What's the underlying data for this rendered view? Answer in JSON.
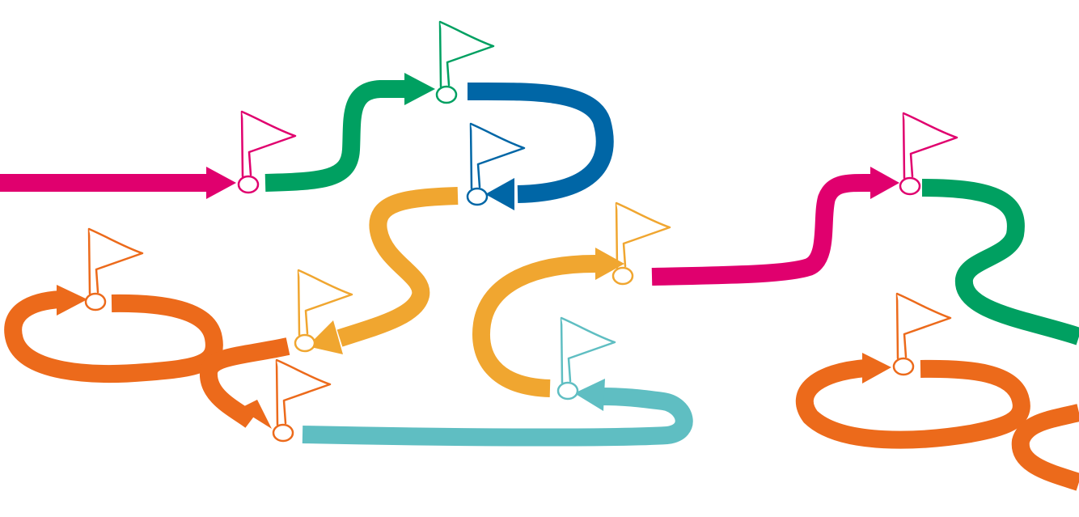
{
  "colors": {
    "magenta": "#e0006e",
    "green": "#00a061",
    "blue": "#0066a6",
    "yellow": "#f0a630",
    "orange": "#ec6a1b",
    "teal": "#5fbec2"
  },
  "paths": [
    {
      "name": "path-magenta-left",
      "color": "magenta"
    },
    {
      "name": "path-green-top",
      "color": "green"
    },
    {
      "name": "path-blue-hook",
      "color": "blue"
    },
    {
      "name": "path-yellow-s-curve",
      "color": "yellow"
    },
    {
      "name": "path-orange-loop-left",
      "color": "orange"
    },
    {
      "name": "path-teal-bottom",
      "color": "teal"
    },
    {
      "name": "path-yellow-arc",
      "color": "yellow"
    },
    {
      "name": "path-magenta-right",
      "color": "magenta"
    },
    {
      "name": "path-green-right",
      "color": "green"
    },
    {
      "name": "path-orange-loop-right",
      "color": "orange"
    }
  ],
  "flags": [
    {
      "name": "flag-magenta-1",
      "color": "magenta"
    },
    {
      "name": "flag-green-1",
      "color": "green"
    },
    {
      "name": "flag-blue-1",
      "color": "blue"
    },
    {
      "name": "flag-orange-1",
      "color": "orange"
    },
    {
      "name": "flag-yellow-1",
      "color": "yellow"
    },
    {
      "name": "flag-orange-2",
      "color": "orange"
    },
    {
      "name": "flag-yellow-2",
      "color": "yellow"
    },
    {
      "name": "flag-teal-1",
      "color": "teal"
    },
    {
      "name": "flag-magenta-2",
      "color": "magenta"
    },
    {
      "name": "flag-orange-3",
      "color": "orange"
    }
  ]
}
